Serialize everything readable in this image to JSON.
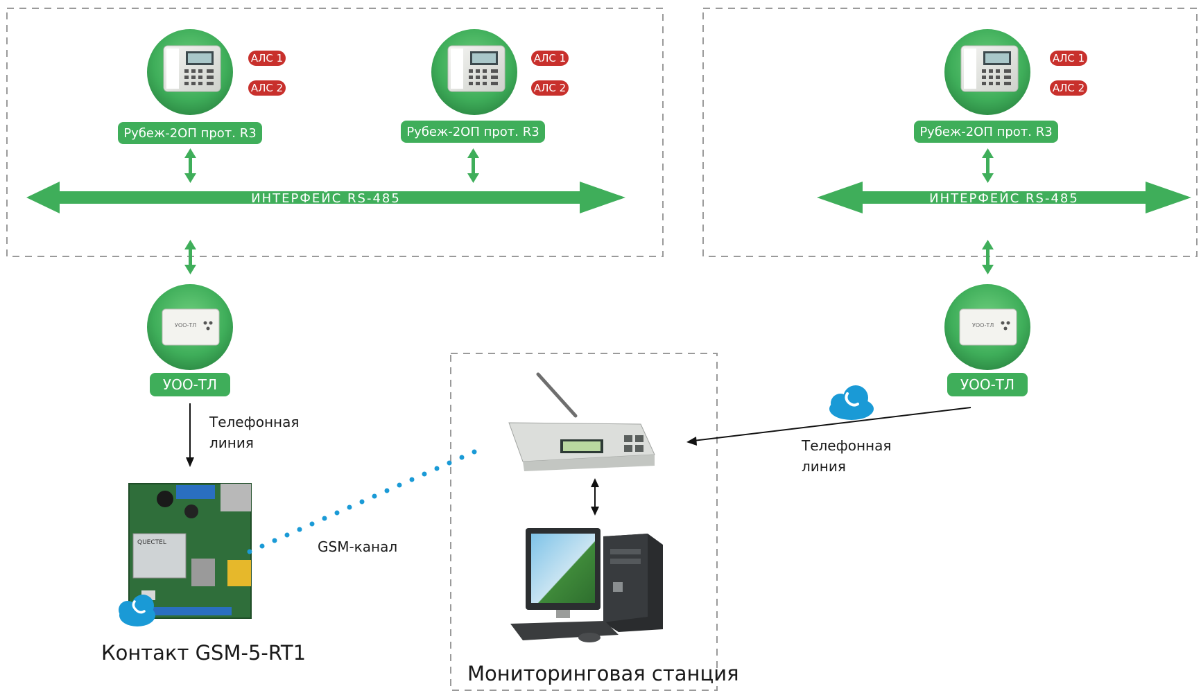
{
  "colors": {
    "green": "#3fae5a",
    "green_dark": "#2f8f47",
    "red_tag": "#c8302c",
    "blue_line": "#2a82c8",
    "gsm_dots": "#1a9ad6",
    "frame": "#9a9a9a"
  },
  "left_group": {
    "panel_a": {
      "label": "Рубеж-2ОП прот. R3",
      "loop1": "АЛС 1",
      "loop2": "АЛС 2"
    },
    "panel_b": {
      "label": "Рубеж-2ОП прот. R3",
      "loop1": "АЛС 1",
      "loop2": "АЛС 2"
    },
    "bus": "ИНТЕРФЕЙС RS-485"
  },
  "right_group": {
    "panel": {
      "label": "Рубеж-2ОП прот. R3",
      "loop1": "АЛС 1",
      "loop2": "АЛС 2"
    },
    "bus": "ИНТЕРФЕЙС RS-485"
  },
  "left_uoo": {
    "label": "УОО-ТЛ",
    "device_text": "УОО-ТЛ"
  },
  "right_uoo": {
    "label": "УОО-ТЛ",
    "device_text": "УОО-ТЛ"
  },
  "left_phone_line": {
    "line1": "Телефонная",
    "line2": "линия"
  },
  "right_phone_line": {
    "line1": "Телефонная",
    "line2": "линия"
  },
  "gsm_channel": "GSM-канал",
  "gsm_device_title": "Контакт GSM-5-RT1",
  "gsm_module_text": "QUECTEL",
  "monitoring_title": "Мониторинговая станция",
  "icons": [
    "phone-cloud-icon",
    "green-arrow-icon",
    "panel-device-icon",
    "uoo-device-icon",
    "gsm-board-icon",
    "receiver-icon",
    "computer-icon"
  ]
}
